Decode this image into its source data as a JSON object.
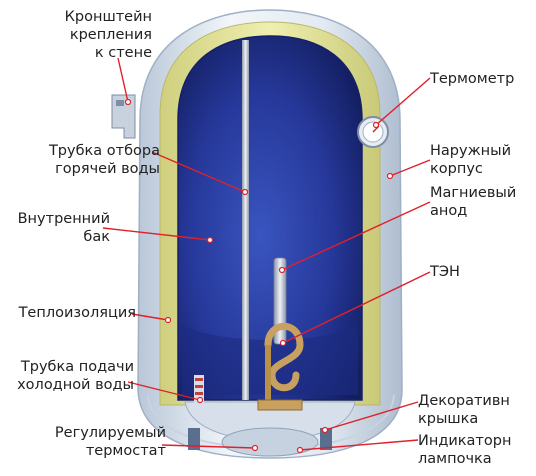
{
  "labels": {
    "bracket": "Кронштейн\nкрепления\nк стене",
    "hot_pipe": "Трубка отбора\nгорячей воды",
    "inner_tank": "Внутренний\nбак",
    "insulation": "Теплоизоляция",
    "cold_pipe": "Трубка подачи\nхолодной воды",
    "thermostat": "Регулируемый\nтермостат",
    "thermometer": "Термометр",
    "outer_case": "Наружный\nкорпус",
    "anode": "Магниевый\nанод",
    "heater": "ТЭН",
    "cover": "Декоративн\nкрышка",
    "lamp": "Индикаторн\nлампочка"
  },
  "colors": {
    "outer_case": "#dfe7f0",
    "insulation": "#e4e49c",
    "inner_tank": "#2a3e9a",
    "leader_line": "#e0202a",
    "heater": "#c8a060"
  }
}
